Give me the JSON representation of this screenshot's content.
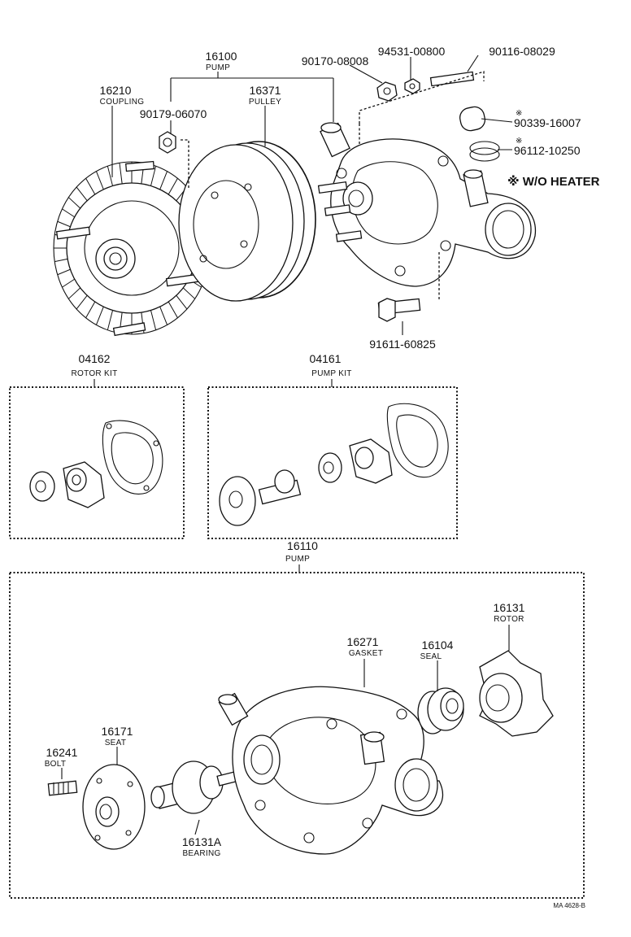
{
  "labels": {
    "pump_top": {
      "num": "16100",
      "sub": "PUMP"
    },
    "coupling": {
      "num": "16210",
      "sub": "COUPLING"
    },
    "pulley": {
      "num": "16371",
      "sub": "PULLEY"
    },
    "nut_90179": {
      "num": "90179-06070"
    },
    "p_90170": {
      "num": "90170-08008"
    },
    "p_94531": {
      "num": "94531-00800"
    },
    "p_90116": {
      "num": "90116-08029"
    },
    "p_90339": {
      "num": "90339-16007",
      "mark": "※"
    },
    "p_96112": {
      "num": "96112-10250",
      "mark": "※"
    },
    "wo_heater": {
      "text": "※ W/O HEATER"
    },
    "p_91611": {
      "num": "91611-60825"
    },
    "rotor_kit": {
      "num": "04162",
      "sub": "ROTOR KIT"
    },
    "pump_kit": {
      "num": "04161",
      "sub": "PUMP KIT"
    },
    "pump_bottom": {
      "num": "16110",
      "sub": "PUMP"
    },
    "rotor": {
      "num": "16131",
      "sub": "ROTOR"
    },
    "gasket": {
      "num": "16271",
      "sub": "GASKET"
    },
    "seal": {
      "num": "16104",
      "sub": "SEAL"
    },
    "seat": {
      "num": "16171",
      "sub": "SEAT"
    },
    "bolt": {
      "num": "16241",
      "sub": "BOLT"
    },
    "bearing": {
      "num": "16131A",
      "sub": "BEARING"
    },
    "drawing_code": {
      "text": "MA 4628-B"
    }
  }
}
